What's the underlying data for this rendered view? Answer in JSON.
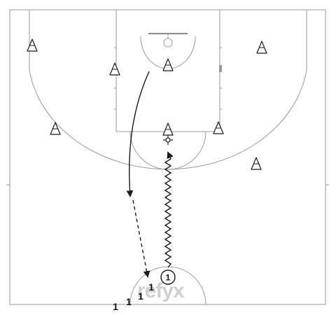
{
  "drill": {
    "watermark": "refyx",
    "player_label": "1",
    "line_labels": [
      "1",
      "1",
      "1",
      "1"
    ]
  },
  "colors": {
    "court_lines": "#9a9a9a",
    "ink": "#1a1a1a",
    "watermark": "#cfcfcf"
  },
  "icons": [
    "cone-icon",
    "basket-icon",
    "arrowhead-icon",
    "screen-marker-icon"
  ]
}
